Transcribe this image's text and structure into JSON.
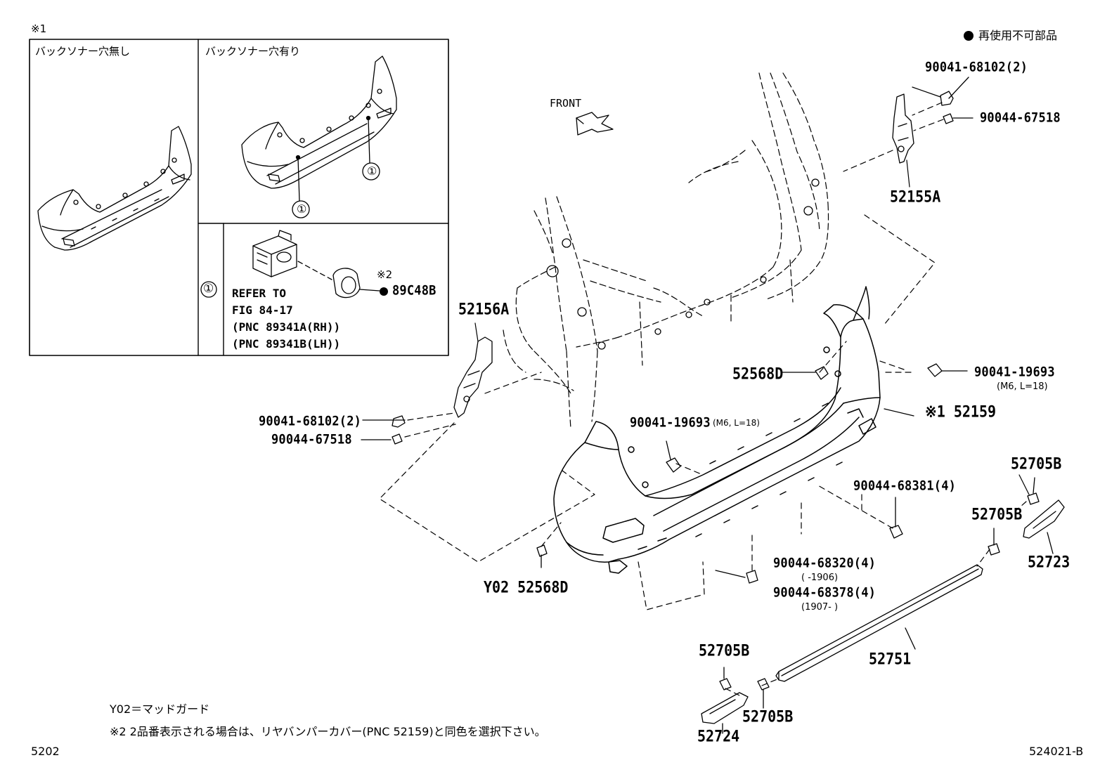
{
  "legend": {
    "marker": "●",
    "text": "再使用不可部品"
  },
  "inset": {
    "note_mark": "※1",
    "left_title": "バックソナー穴無し",
    "right_title": "バックソナー穴有り",
    "circle_label": "①",
    "sensor_ref_line1": "REFER TO",
    "sensor_ref_line2": "FIG 84-17",
    "sensor_ref_line3": "(PNC 89341A(RH))",
    "sensor_ref_line4": "(PNC 89341B(LH))",
    "note2_mark": "※2",
    "holder_part": "89C48B"
  },
  "front_label": "FRONT",
  "parts": {
    "p1": "90041-68102(2)",
    "p2": "90044-67518",
    "p3": "52155A",
    "p4": "52156A",
    "p5": "52568D",
    "p6": "90041-19693",
    "p6_sub": "(M6, L=18)",
    "p7": "※1 52159",
    "p8": "90041-68102(2)",
    "p9": "90044-67518",
    "p10": "90041-19693",
    "p10_sub": "(M6, L=18)",
    "p11": "90044-68381(4)",
    "p12": "52705B",
    "p13": "52705B",
    "p14": "52723",
    "p15": "90044-68320(4)",
    "p15_sub": "(        -1906)",
    "p16": "90044-68378(4)",
    "p16_sub": "(1907-        )",
    "p17": "Y02  52568D",
    "p18": "52751",
    "p19": "52705B",
    "p20": "52705B",
    "p21": "52724"
  },
  "footnotes": {
    "y02": "Y02＝マッドガード",
    "note2": "※2 2品番表示される場合は、リヤバンパーカバー(PNC 52159)と同色を選択下さい。"
  },
  "corner_left": "5202",
  "corner_right": "524021-B"
}
